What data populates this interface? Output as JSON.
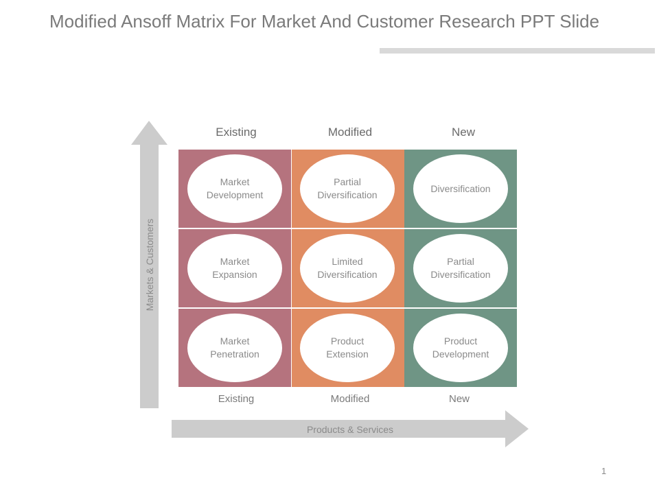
{
  "title": "Modified Ansoff Matrix For Market And Customer Research PPT Slide",
  "axes": {
    "vertical_label": "Markets & Customers",
    "horizontal_label": "Products & Services"
  },
  "columns_top": [
    "Existing",
    "Modified",
    "New"
  ],
  "columns_bottom": [
    "Existing",
    "Modified",
    "New"
  ],
  "colors": {
    "existing": "#b5737e",
    "modified": "#e08c62",
    "new": "#6f9585",
    "arrow": "#cccccc"
  },
  "cells": [
    [
      "Market\nDevelopment",
      "Partial\nDiversification",
      "Diversification"
    ],
    [
      "Market\nExpansion",
      "Limited\nDiversification",
      "Partial\nDiversification"
    ],
    [
      "Market\nPenetration",
      "Product\nExtension",
      "Product\nDevelopment"
    ]
  ],
  "page_number": "1"
}
